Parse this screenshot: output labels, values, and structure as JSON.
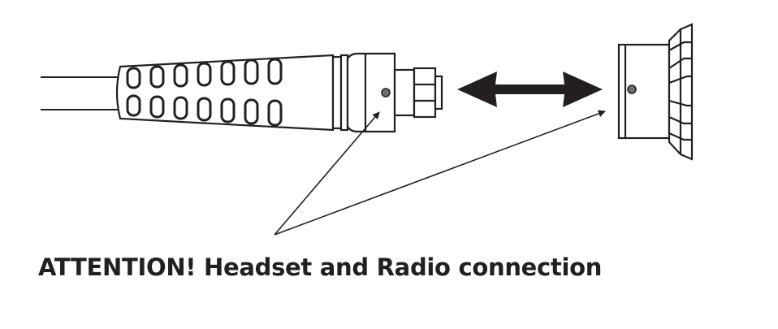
{
  "caption": "ATTENTION! Headset and Radio connection",
  "colors": {
    "line": "#231f20",
    "background": "#ffffff"
  },
  "icons": [
    "headset-cable-plug",
    "double-headed-arrow",
    "radio-socket",
    "alignment-dot",
    "pointer-arrow"
  ]
}
